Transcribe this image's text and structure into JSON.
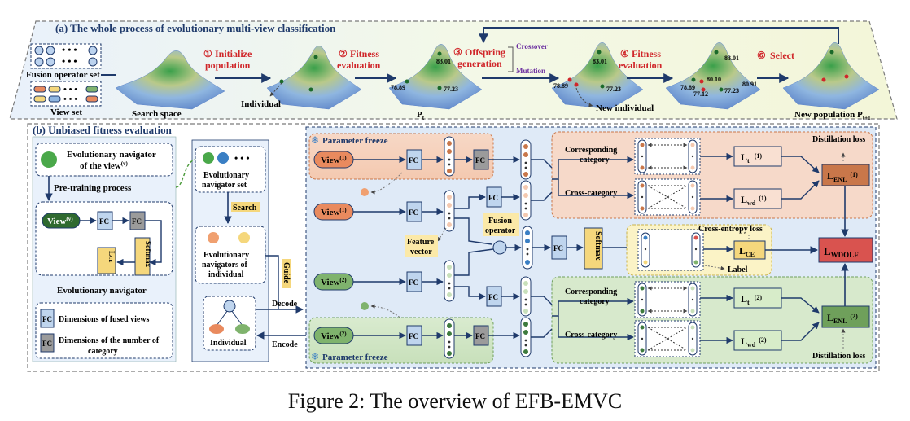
{
  "panel_a": {
    "title": "(a) The whole process of evolutionary multi-view classification",
    "fusion_operator_set": "Fusion operator set",
    "view_set": "View set",
    "search_space": "Search space",
    "individual": "Individual",
    "step1_num": "①",
    "step1_l1": "Initialize",
    "step1_l2": "population",
    "step2_num": "②",
    "step2_l1": "Fitness",
    "step2_l2": "evaluation",
    "step3_num": "③",
    "step3_l1": "Offspring",
    "step3_l2": "generation",
    "crossover": "Crossover",
    "mutation": "Mutation",
    "step4_num": "④",
    "step4_l1": "Fitness",
    "step4_l2": "evaluation",
    "step5_num": "⑥",
    "step5_label": "Select",
    "pt": "P",
    "pt_sub": "t",
    "new_individual": "New individual",
    "new_population": "New population P",
    "new_population_sub": "t+1",
    "fit_8301": "83.01",
    "fit_7889": "78.89",
    "fit_7723": "77.23",
    "fit_8010": "80.10",
    "fit_7712": "77.12",
    "fit_8091": "80.91"
  },
  "panel_b": {
    "title": "(b) Unbiased fitness evaluation",
    "nav_view_l1": "Evolutionary navigator",
    "nav_view_l2": "of the view",
    "nav_view_sup": "(v)",
    "pretraining": "Pre-training process",
    "view": "View",
    "view_sup_v": "(v)",
    "view_sup_1": "(1)",
    "view_sup_2": "(2)",
    "fc": "FC",
    "softmax": "Softmax",
    "l_ce": "L",
    "l_ce_sub": "CE",
    "evolutionary_navigator": "Evolutionary navigator",
    "legend_fused": "Dimensions of fused views",
    "legend_cat_l1": "Dimensions of the number of",
    "legend_cat_l2": "category",
    "nav_set_l1": "Evolutionary",
    "nav_set_l2": "navigator set",
    "search": "Search",
    "nav_ind_l1": "Evolutionary",
    "nav_ind_l2": "navigators of",
    "nav_ind_l3": "individual",
    "guide": "Guide",
    "decode": "Decode",
    "encode": "Encode",
    "individual": "Individual",
    "parameter_freeze": "Parameter freeze",
    "feature_l1": "Feature",
    "feature_l2": "vector",
    "fusion_l1": "Fusion",
    "fusion_l2": "operator",
    "corresponding_l1": "Corresponding",
    "corresponding_l2": "category",
    "cross_category": "Cross-category",
    "cross_entropy": "Cross-entropy loss",
    "label": "Label",
    "distillation": "Distillation loss",
    "L": "L",
    "t": "t",
    "wd": "wd",
    "enl": "ENL",
    "sup1": "(1)",
    "sup2": "(2)",
    "wdolf": "WDOLF"
  },
  "caption": "Figure 2: The overview of EFB-EMVC",
  "colors": {
    "navy": "#1f3a6b",
    "step_red": "#d0262a",
    "crossover_purple": "#6b2fa0",
    "view_orange": "#e98a5e",
    "view_green": "#7fb36d",
    "fc_blue": "#bfd5ee",
    "fc_gray": "#9b9b9b",
    "softmax_yellow": "#f5d77c",
    "wdolf_red": "#d9534f",
    "enl1": "#c9774a",
    "enl2": "#6fa05b"
  }
}
